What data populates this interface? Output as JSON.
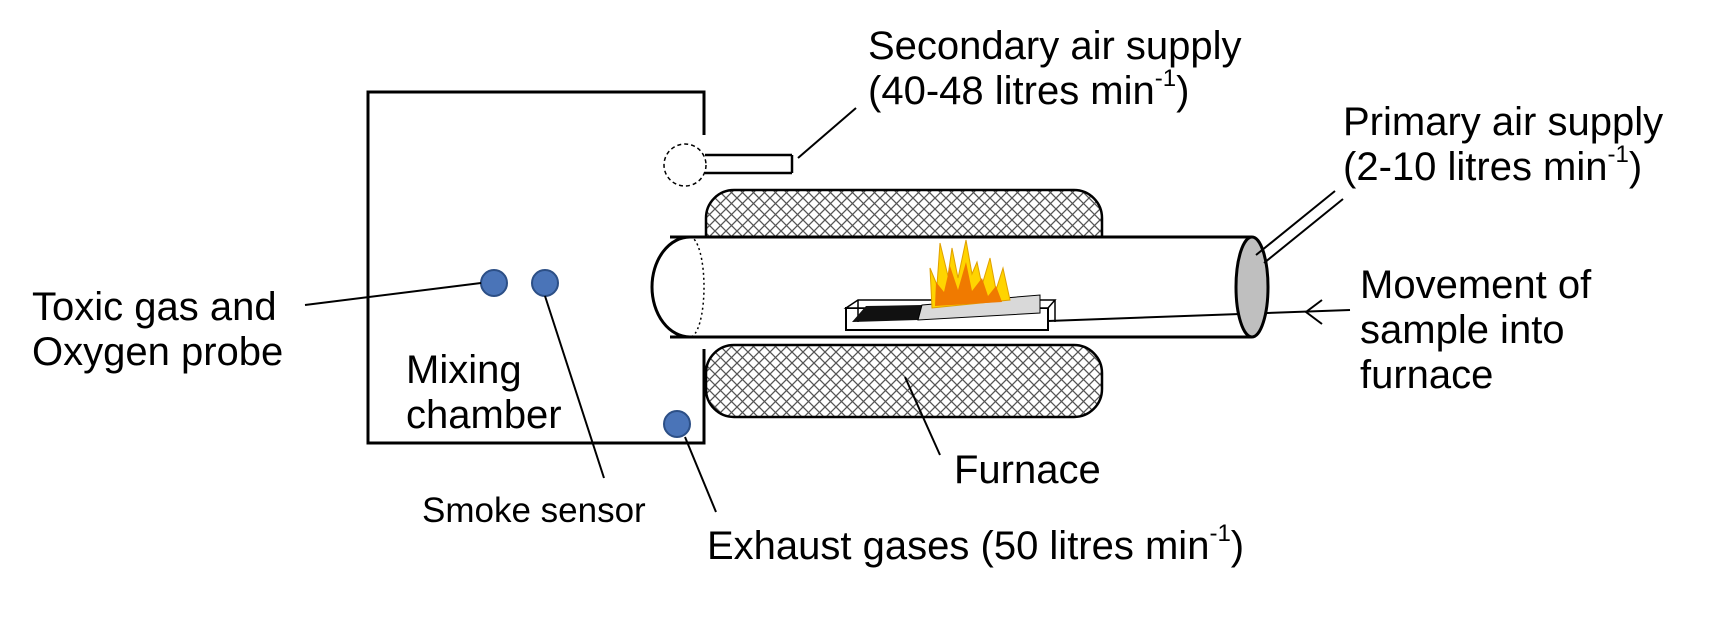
{
  "labels": {
    "secondary_air": {
      "line1": "Secondary air supply",
      "line2_pre": "(40-48 litres min",
      "line2_sup": "-1",
      "line2_post": ")"
    },
    "primary_air": {
      "line1": "Primary air supply",
      "line2_pre": "(2-10 litres min",
      "line2_sup": "-1",
      "line2_post": ")"
    },
    "toxic_gas": {
      "line1": "Toxic gas and",
      "line2": "Oxygen probe"
    },
    "mixing_chamber": {
      "line1": "Mixing",
      "line2": "chamber"
    },
    "smoke_sensor": "Smoke sensor",
    "exhaust": {
      "pre": "Exhaust gases (50 litres min",
      "sup": "-1",
      "post": ")"
    },
    "furnace": "Furnace",
    "movement": {
      "line1": "Movement of",
      "line2": "sample into",
      "line3": "furnace"
    }
  },
  "colors": {
    "sensor": "#4a74b8",
    "sensor_edge": "#2c4f86",
    "tube_end": "#bfbfbf",
    "flame_outer": "#ffd400",
    "flame_inner": "#f07a00",
    "hatch": "#555555"
  }
}
